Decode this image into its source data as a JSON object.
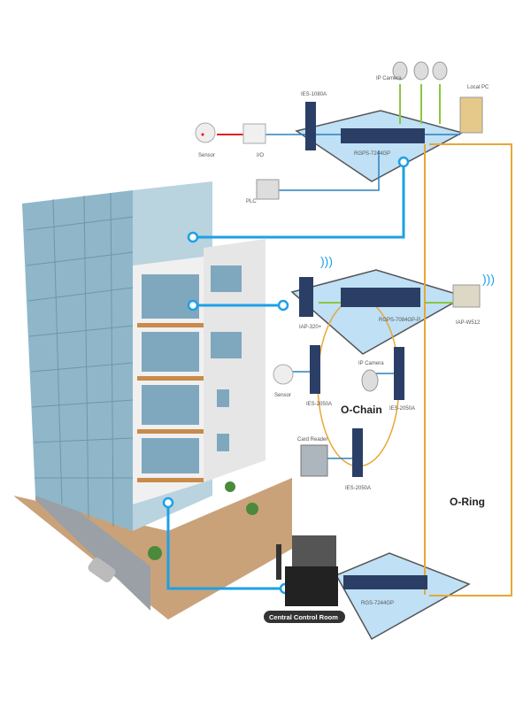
{
  "colors": {
    "ethernet": "#1ea0e6",
    "ring": "#e8a736",
    "poe": "#8cc63f",
    "sensor_link": "#e02020",
    "platform": "#bfe0f5",
    "switch": "#2b3f66"
  },
  "top_floor": {
    "ip_camera": "IP Camera",
    "local_pc": "Local PC",
    "switch_small": "IES-1080A",
    "sensor": "Sensor",
    "io": "I/O",
    "switch_main": "RGPS-7244GP",
    "plc": "PLC"
  },
  "mid_floor": {
    "ap_left": "IAP-320+",
    "switch_main": "RGPS-7084GP-P",
    "ap_right": "IAP-W512",
    "ip_camera": "IP Camera",
    "sensor": "Sensor",
    "switch_left": "IES-2050A",
    "switch_right": "IES-2050A",
    "chain_label": "O-Chain",
    "card_reader": "Card Reader",
    "switch_bottom": "IES-2050A"
  },
  "ring_label": "O-Ring",
  "ground": {
    "switch_main": "RGS-7244GP",
    "control_room": "Central Control Room"
  }
}
